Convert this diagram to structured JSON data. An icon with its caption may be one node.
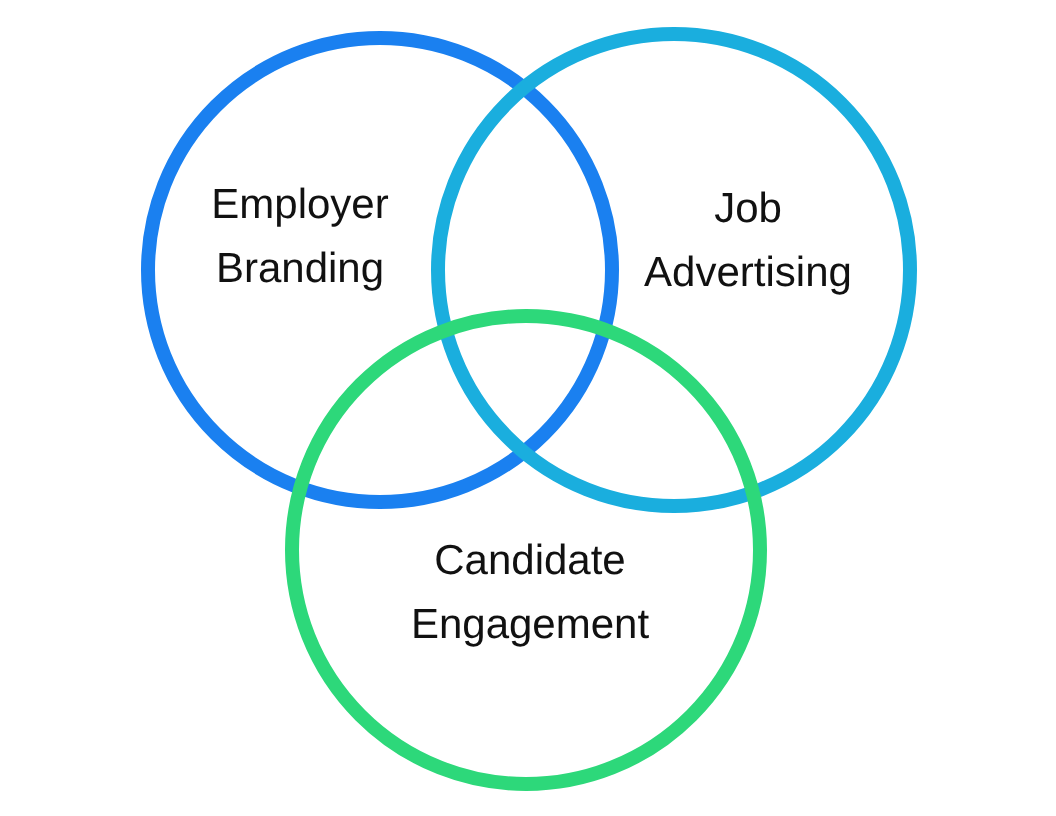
{
  "diagram": {
    "nodes": [
      {
        "text": [
          "Employer Branding"
        ]
      },
      {
        "text": [
          "Job Advertising"
        ]
      },
      {
        "text": [
          "Candidate Engagement"
        ]
      }
    ],
    "edges": []
  }
}
